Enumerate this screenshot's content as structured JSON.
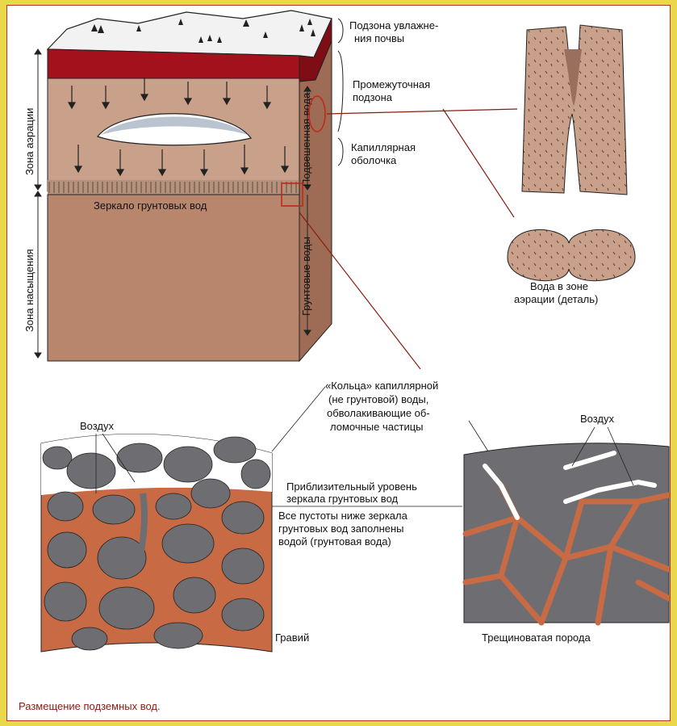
{
  "labels": {
    "subzone_moist": [
      "Подзона увлажне-",
      "ния почвы"
    ],
    "intermediate": [
      "Промежуточная",
      "подзона"
    ],
    "capillary": [
      "Капиллярная",
      "оболочка"
    ],
    "water_table": "Зеркало грунтовых вод",
    "zone_aeration": "Зона аэрации",
    "zone_saturation": "Зона насыщения",
    "perched_water": "Подвешенная вода",
    "ground_water": "Грунтовые воды",
    "detail": [
      "Вода в зоне",
      "аэрации (деталь)"
    ],
    "rings": [
      "«Кольца» капиллярной",
      "(не грунтовой) воды,",
      "обволакивающие об-",
      "ломочные  частицы"
    ],
    "air_left": "Воздух",
    "air_right": "Воздух",
    "approx_level": [
      "Приблизительный уровень",
      "зеркала грунтовых вод"
    ],
    "voids": [
      "Все пустоты  ниже зеркала",
      "грунтовых вод заполнены",
      "водой (грунтовая вода)"
    ],
    "gravel": "Гравий",
    "fractured": "Трещиноватая порода",
    "caption": "Размещение  подземных  вод."
  },
  "colors": {
    "page_border": "#e9d84a",
    "soil": "#c9a08a",
    "soil_dark": "#b07e66",
    "topsoil": "#a3121c",
    "water_orange": "#c86a43",
    "rock_gray": "#6e6e72",
    "leader": "#8b1a12"
  }
}
